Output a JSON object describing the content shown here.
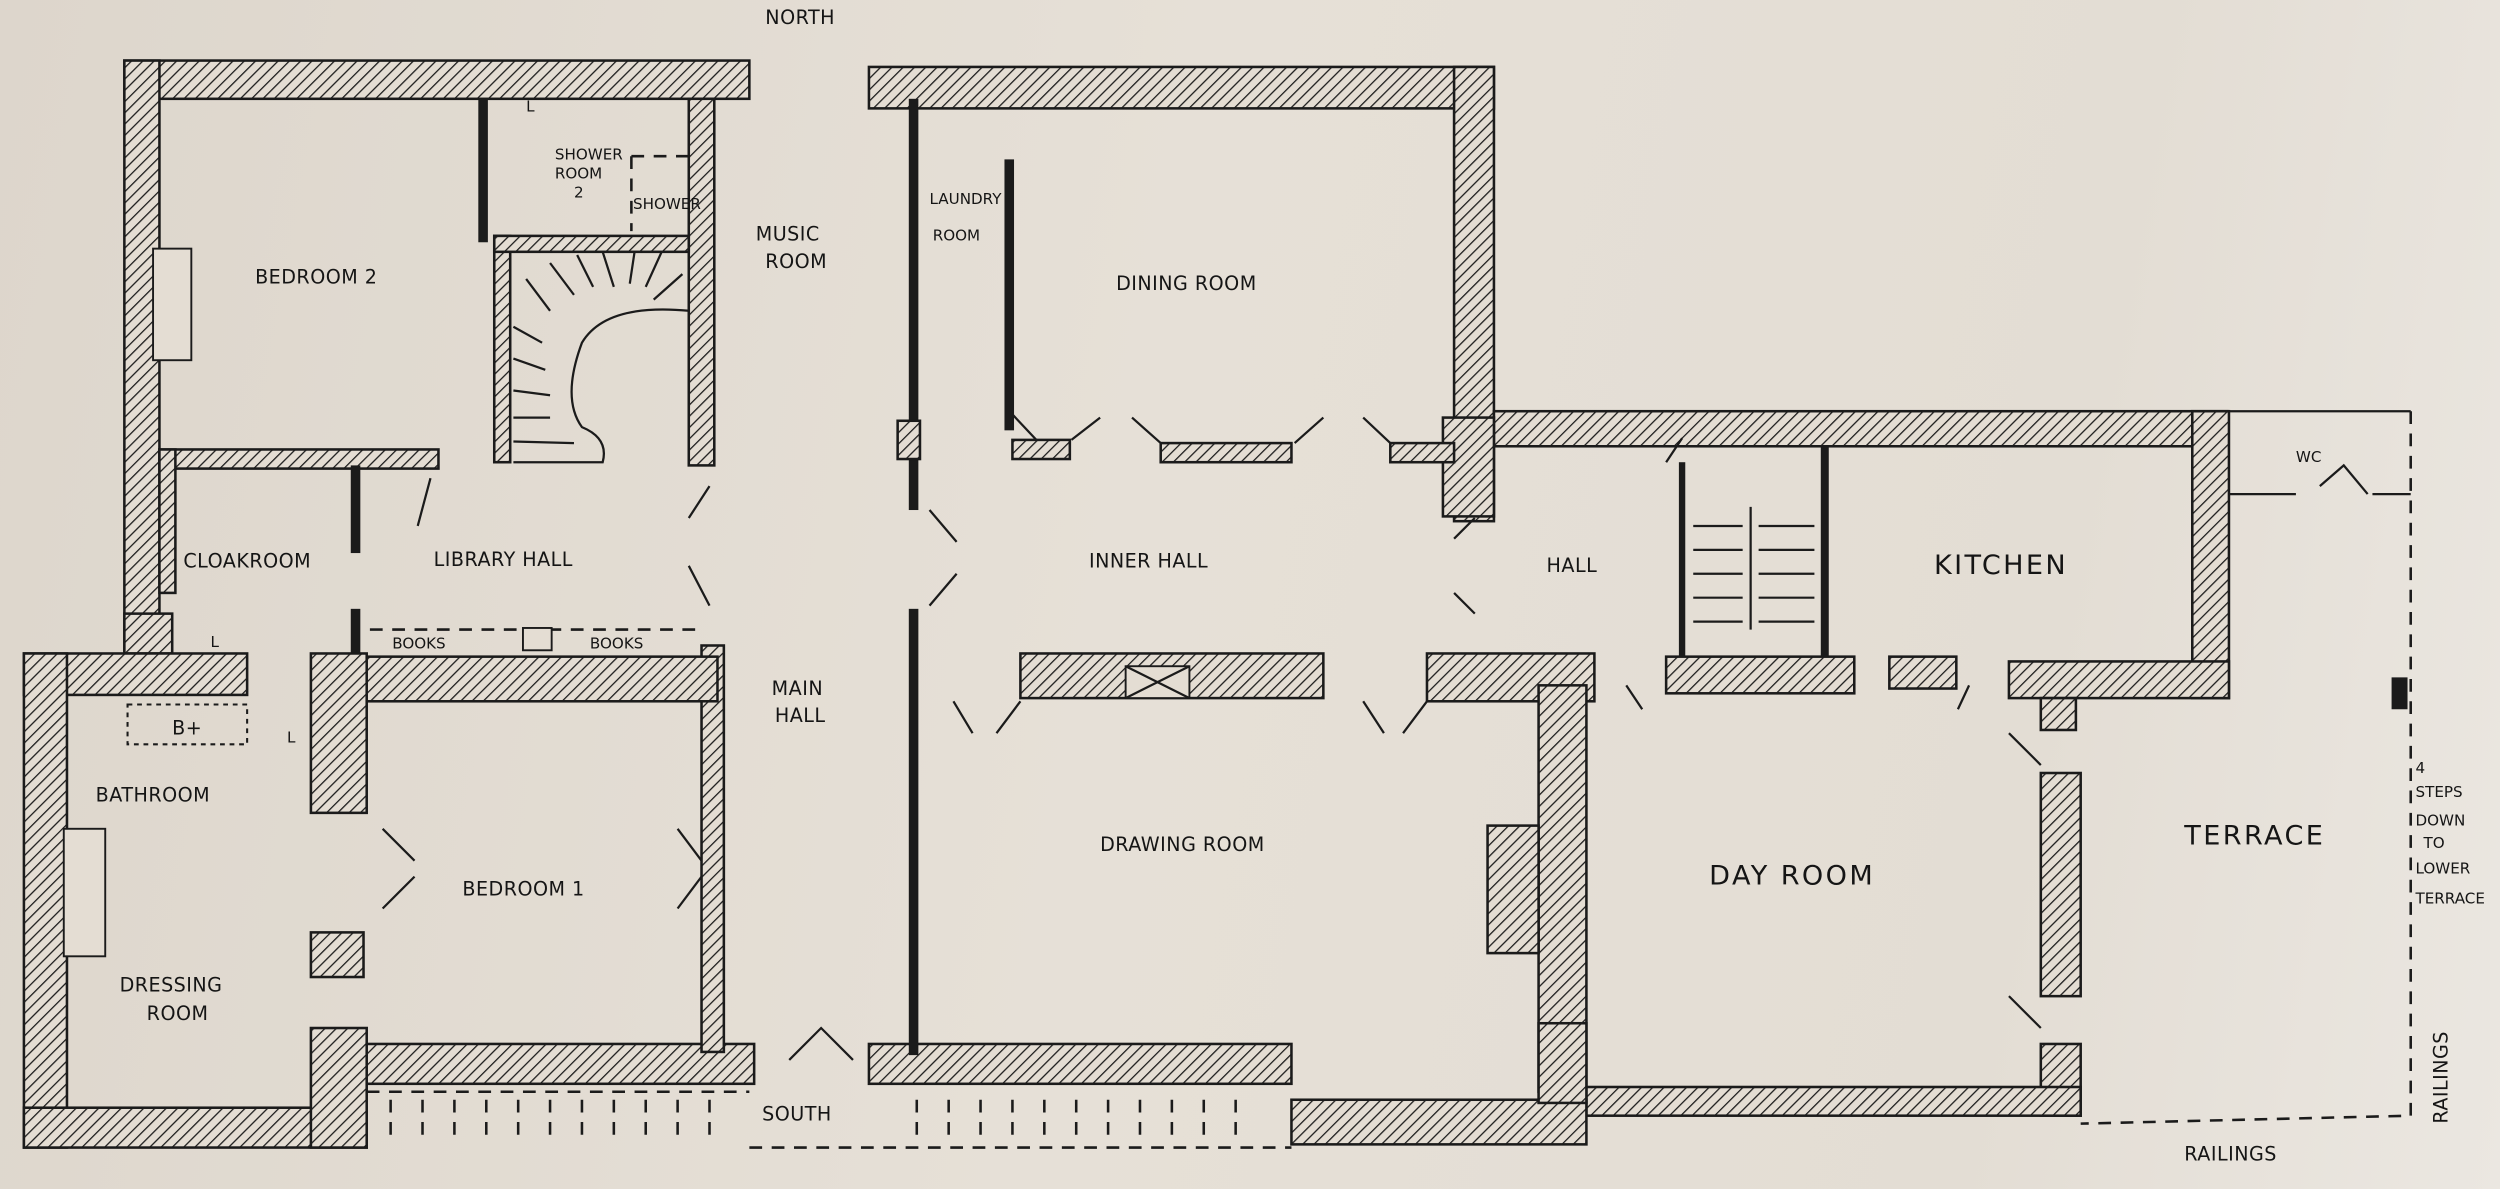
{
  "compass": {
    "north": "NORTH",
    "south": "SOUTH"
  },
  "rooms": {
    "bedroom2": "BEDROOM 2",
    "shower_room": [
      "SHOWER",
      "ROOM",
      "2"
    ],
    "shower": "SHOWER",
    "music_room": [
      "MUSIC",
      "ROOM"
    ],
    "laundry_room": [
      "LAUNDRY",
      "ROOM"
    ],
    "dining_room": "DINING ROOM",
    "cloakroom": "CLOAKROOM",
    "library_hall": "LIBRARY HALL",
    "inner_hall": "INNER HALL",
    "hall": "HALL",
    "kitchen": "KITCHEN",
    "wc": "WC",
    "books_left": "BOOKS",
    "books_right": "BOOKS",
    "main_hall": [
      "MAIN",
      "HALL"
    ],
    "bath": "B+",
    "bathroom": "BATHROOM",
    "dressing_room": [
      "DRESSING",
      "ROOM"
    ],
    "bedroom1": "BEDROOM 1",
    "drawing_room": "DRAWING ROOM",
    "day_room": "DAY ROOM",
    "terrace": "TERRACE"
  },
  "fixtures": {
    "basin_symbol": "L"
  },
  "annotations": {
    "steps": [
      "4",
      "STEPS",
      "DOWN",
      "TO",
      "LOWER",
      "TERRACE"
    ],
    "railings_side": "RAILINGS",
    "railings_bottom": "RAILINGS"
  },
  "colors": {
    "paper": "#e2dbd1",
    "ink": "#1b1b1b"
  }
}
